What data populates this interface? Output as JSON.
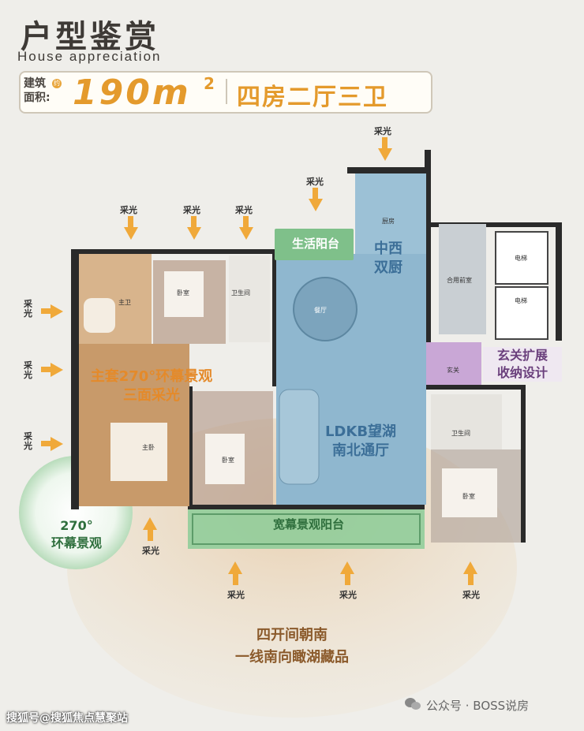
{
  "header": {
    "title_cn": "户型鉴赏",
    "title_en": "House appreciation",
    "area_label": "建筑\n面积:",
    "area_prefix": "约",
    "area_value": "190m",
    "area_superscript": "2",
    "layout": "四房二厅三卫"
  },
  "light_label": "采光",
  "rooms": {
    "master_bath": "主卫",
    "bedroom": "卧室",
    "bathroom": "卫生间",
    "kitchen": "厨房",
    "dining": "餐厅",
    "master_bedroom": "主卧",
    "shared_lobby": "合用前室",
    "elevator": "电梯",
    "entrance": "玄关"
  },
  "callouts": {
    "master_suite_line1": "主套270°环幕景观",
    "master_suite_line2": "三面采光",
    "living_balcony": "生活阳台",
    "kitchen_line1": "中西",
    "kitchen_line2": "双厨",
    "ldkb_line1": "LDKB望湖",
    "ldkb_line2": "南北通厅",
    "entrance_line1": "玄关扩展",
    "entrance_line2": "收纳设计",
    "wide_balcony": "宽幕景观阳台",
    "view_270_line1": "270°",
    "view_270_line2": "环幕景观",
    "south_line1": "四开间朝南",
    "south_line2": "一线南向瞰湖藏品"
  },
  "footer": {
    "left": "搜狐号@搜狐焦点慧聚站",
    "right": "公众号 · BOSS说房"
  },
  "colors": {
    "accent": "#e49a2c",
    "arrow": "#f0a93a",
    "master_zone": "#c89a6a",
    "public_zone": "#8fb7cf",
    "balcony": "#7fc08a",
    "entrance": "#c9a7d6"
  }
}
